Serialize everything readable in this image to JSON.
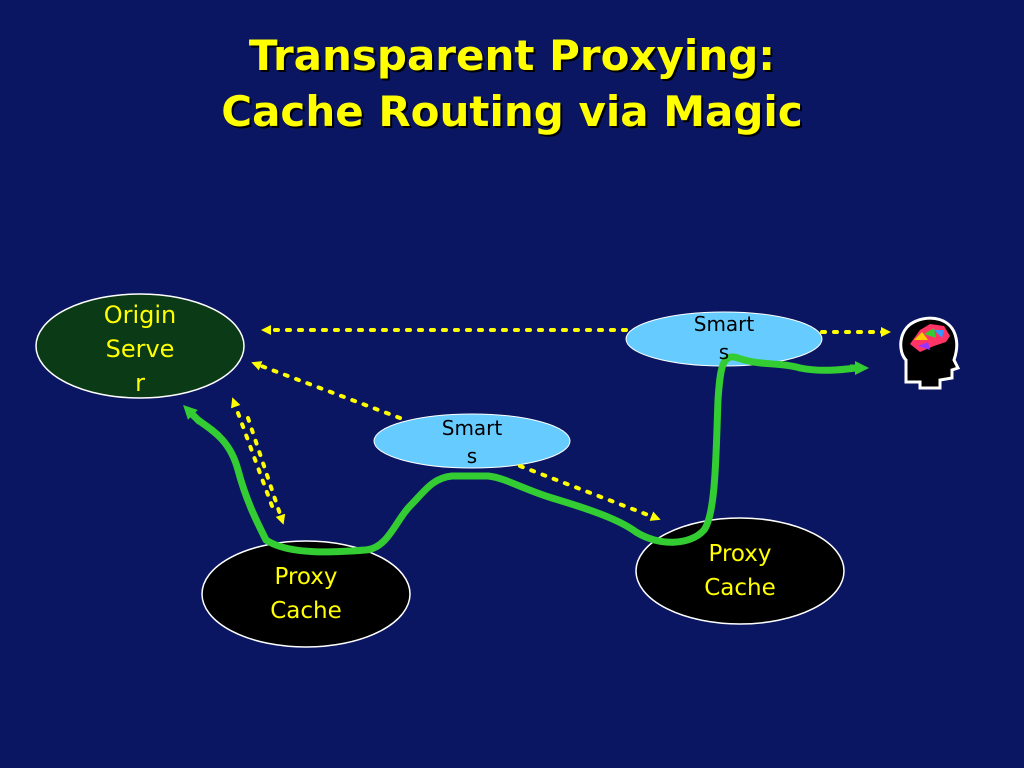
{
  "slide": {
    "title_line1": "Transparent Proxying:",
    "title_line2": "Cache Routing via Magic"
  },
  "nodes": {
    "origin_server": {
      "label": "Origin\nServe\nr"
    },
    "proxy_cache_left": {
      "label": "Proxy\nCache"
    },
    "proxy_cache_right": {
      "label": "Proxy\nCache"
    },
    "smarts_middle": {
      "label": "Smart\ns"
    },
    "smarts_top": {
      "label": "Smart\ns"
    }
  },
  "icons": {
    "user": "user-head-icon"
  },
  "colors": {
    "background": "#0a1661",
    "title": "#ffff00",
    "origin_fill": "#0b3a16",
    "cache_fill": "#000000",
    "smarts_fill": "#66ccff",
    "dotted_arrow": "#ffff00",
    "route_path": "#33cc33"
  }
}
